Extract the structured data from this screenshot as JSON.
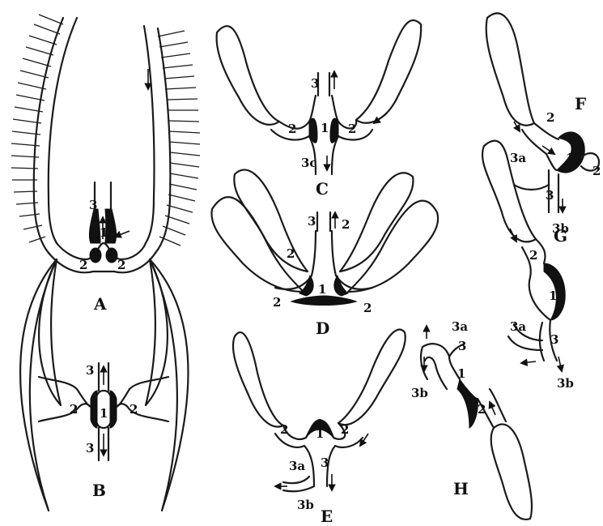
{
  "figures": [
    {
      "id": "A",
      "caption": "A",
      "labels": [
        "3",
        "1",
        "2",
        "2"
      ]
    },
    {
      "id": "B",
      "caption": "B",
      "labels": [
        "3",
        "1",
        "2",
        "2",
        "3"
      ]
    },
    {
      "id": "C",
      "caption": "C",
      "labels": [
        "3",
        "1",
        "2",
        "2",
        "3c"
      ]
    },
    {
      "id": "D",
      "caption": "D",
      "labels": [
        "3",
        "1",
        "2",
        "2",
        "2",
        "2"
      ]
    },
    {
      "id": "E",
      "caption": "E",
      "labels": [
        "1",
        "2",
        "2",
        "3",
        "3a",
        "3b"
      ]
    },
    {
      "id": "F",
      "caption": "F",
      "labels": [
        "2",
        "1",
        "2",
        "3a",
        "3",
        "3b"
      ]
    },
    {
      "id": "G",
      "caption": "G",
      "labels": [
        "2",
        "1",
        "3a",
        "3",
        "3b"
      ]
    },
    {
      "id": "H",
      "caption": "H",
      "labels": [
        "3a",
        "3",
        "1",
        "2",
        "3b"
      ]
    }
  ]
}
